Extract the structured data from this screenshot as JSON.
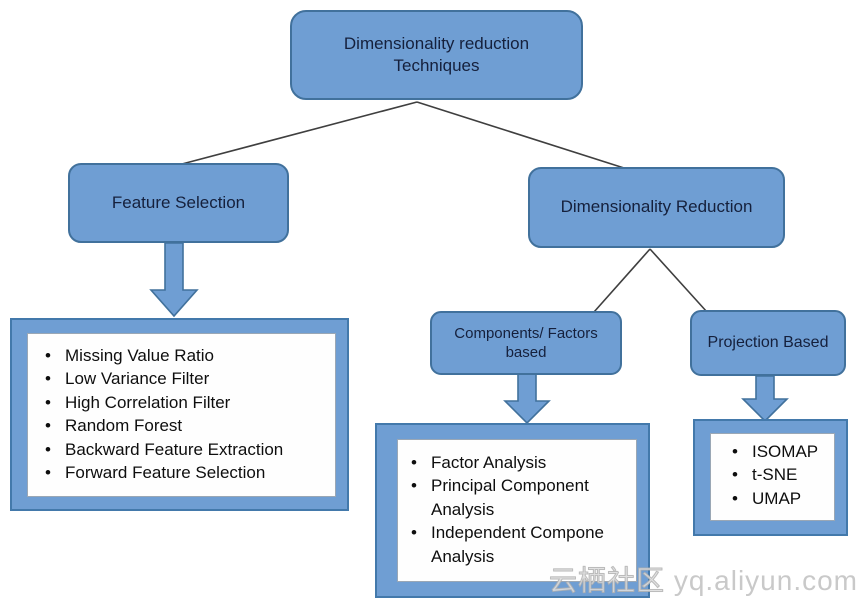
{
  "tree": {
    "root_label": "Dimensionality reduction Techniques",
    "branches": {
      "feature_selection": {
        "label": "Feature Selection",
        "methods": [
          "Missing Value Ratio",
          "Low Variance Filter",
          "High Correlation Filter",
          "Random Forest",
          "Backward Feature Extraction",
          "Forward Feature Selection"
        ]
      },
      "dimensionality_reduction": {
        "label": "Dimensionality Reduction",
        "children": {
          "components_factors": {
            "label": "Components/ Factors based",
            "methods": [
              "Factor Analysis",
              "Principal Component\nAnalysis",
              "Independent Compone\nAnalysis"
            ]
          },
          "projection": {
            "label": "Projection Based",
            "methods": [
              "ISOMAP",
              "t-SNE",
              "UMAP"
            ]
          }
        }
      }
    }
  },
  "watermark": {
    "site_name": "云栖社区",
    "domain": "yq.aliyun.com"
  },
  "colors": {
    "node_fill": "#6f9ed3",
    "node_border": "#41719c",
    "node_text": "#15203c",
    "list_text": "#0e0e0e",
    "connector_line": "#3f3f3f",
    "watermark": "#c6c6c6"
  }
}
